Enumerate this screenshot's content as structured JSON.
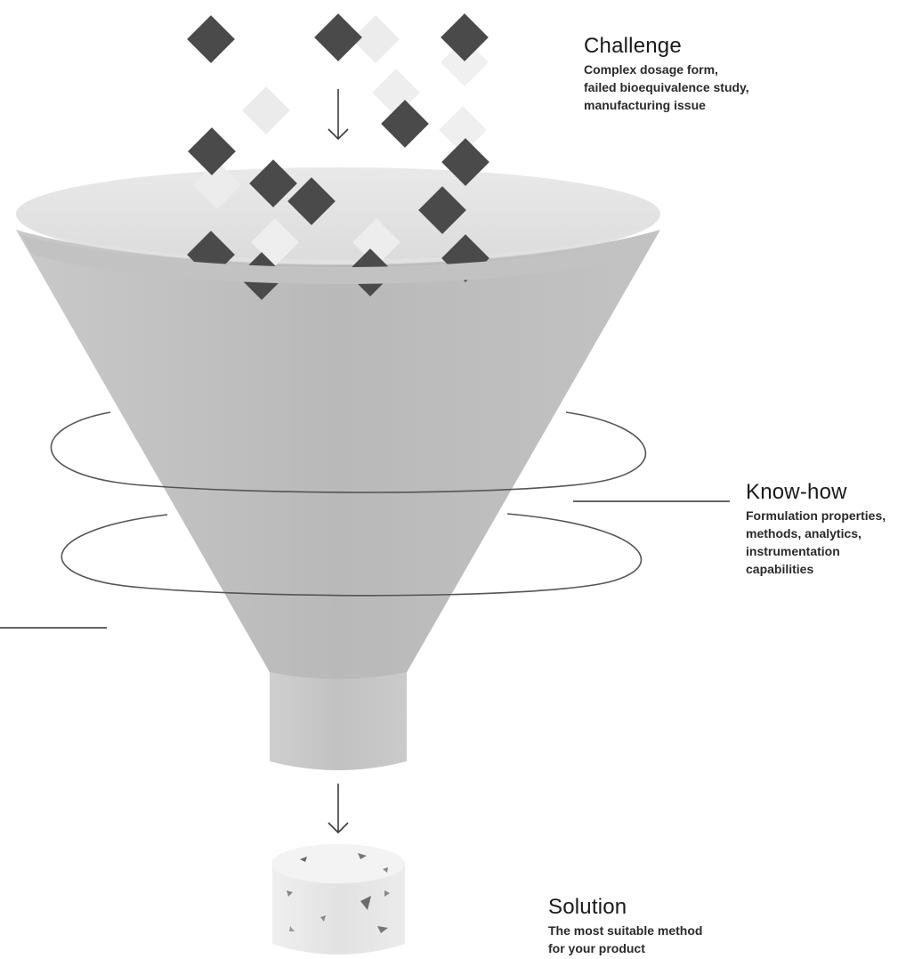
{
  "labels": {
    "challenge": {
      "title": "Challenge",
      "lines": [
        "Complex dosage form,",
        "failed bioequivalence study,",
        "manufacturing issue"
      ]
    },
    "knowhow": {
      "title": "Know-how",
      "lines": [
        "Formulation properties,",
        "methods, analytics,",
        "instrumentation",
        "capabilities"
      ]
    },
    "solution": {
      "title": "Solution",
      "lines": [
        "The most suitable method",
        "for your product"
      ]
    }
  },
  "icons": [
    "diamond-tile-icon",
    "down-arrow-icon",
    "funnel-icon",
    "orbit-ring-icon",
    "tablet-icon"
  ],
  "colors": {
    "dark_tile": "#4a4a4a",
    "light_tile": "#ececec",
    "funnel": "#bdbdbd",
    "ring": "#555555"
  }
}
